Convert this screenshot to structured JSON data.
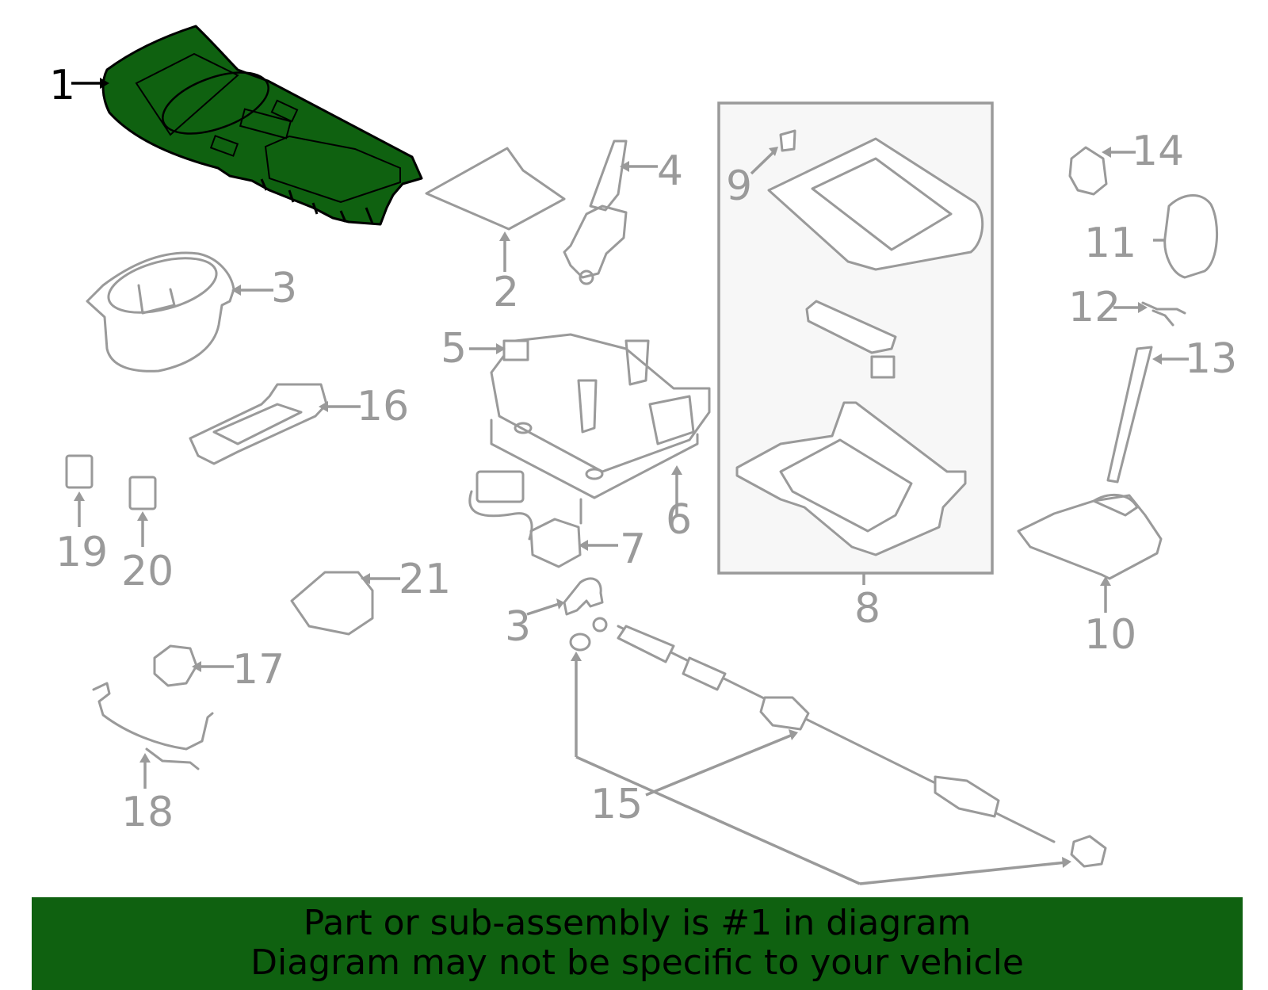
{
  "highlight_color": "#0f6110",
  "callouts": {
    "c1": "1",
    "c2": "2",
    "c3a": "3",
    "c3b": "3",
    "c4": "4",
    "c5": "5",
    "c6": "6",
    "c7": "7",
    "c8": "8",
    "c9": "9",
    "c10": "10",
    "c11": "11",
    "c12": "12",
    "c13": "13",
    "c14": "14",
    "c15": "15",
    "c16": "16",
    "c17": "17",
    "c18": "18",
    "c19": "19",
    "c20": "20",
    "c21": "21"
  },
  "highlighted_part": "1",
  "banner": {
    "line1": "Part or sub-assembly is #1 in diagram",
    "line2": "Diagram may not be specific to your vehicle"
  }
}
